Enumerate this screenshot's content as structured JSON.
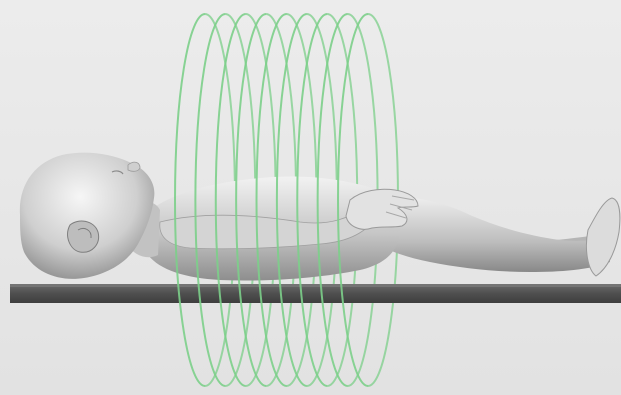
{
  "scene": {
    "subject": "infant-figure",
    "support": "scan-table",
    "ring_count": 9,
    "colors": {
      "background": "#e6e6e6",
      "table": "#4f4f4f",
      "table_edge": "#6a6a6a",
      "ring": "#7ccf8a",
      "skin_light": "#f0f0f0",
      "skin_mid": "#c4c4c4",
      "skin_dark": "#8a8a8a"
    }
  }
}
